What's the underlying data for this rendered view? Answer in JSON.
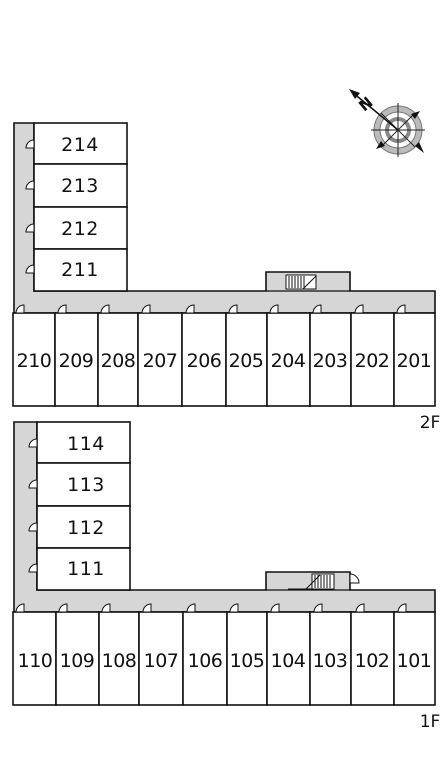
{
  "compass": {
    "north_label": "N"
  },
  "floors": [
    {
      "id": "2f",
      "label": "2F",
      "side_rooms": [
        "214",
        "213",
        "212",
        "211"
      ],
      "row_rooms": [
        "210",
        "209",
        "208",
        "207",
        "206",
        "205",
        "204",
        "203",
        "202",
        "201"
      ]
    },
    {
      "id": "1f",
      "label": "1F",
      "side_rooms": [
        "114",
        "113",
        "112",
        "111"
      ],
      "row_rooms": [
        "110",
        "109",
        "108",
        "107",
        "106",
        "105",
        "104",
        "103",
        "102",
        "101"
      ]
    }
  ]
}
